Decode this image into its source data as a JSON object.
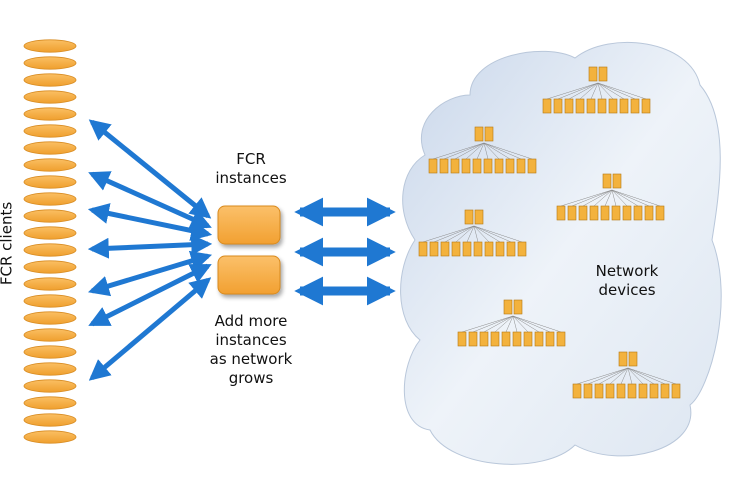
{
  "labels": {
    "clients": "FCR clients",
    "fcr_instances": "FCR\ninstances",
    "add_more": "Add more\ninstances\nas network\ngrows",
    "network_devices": "Network\ndevices"
  },
  "colors": {
    "client": "#f5a942",
    "instance": "#f6ad48",
    "arrow": "#1f78d2",
    "cloud": "#e3ecf6",
    "device": "#f3b23d"
  }
}
